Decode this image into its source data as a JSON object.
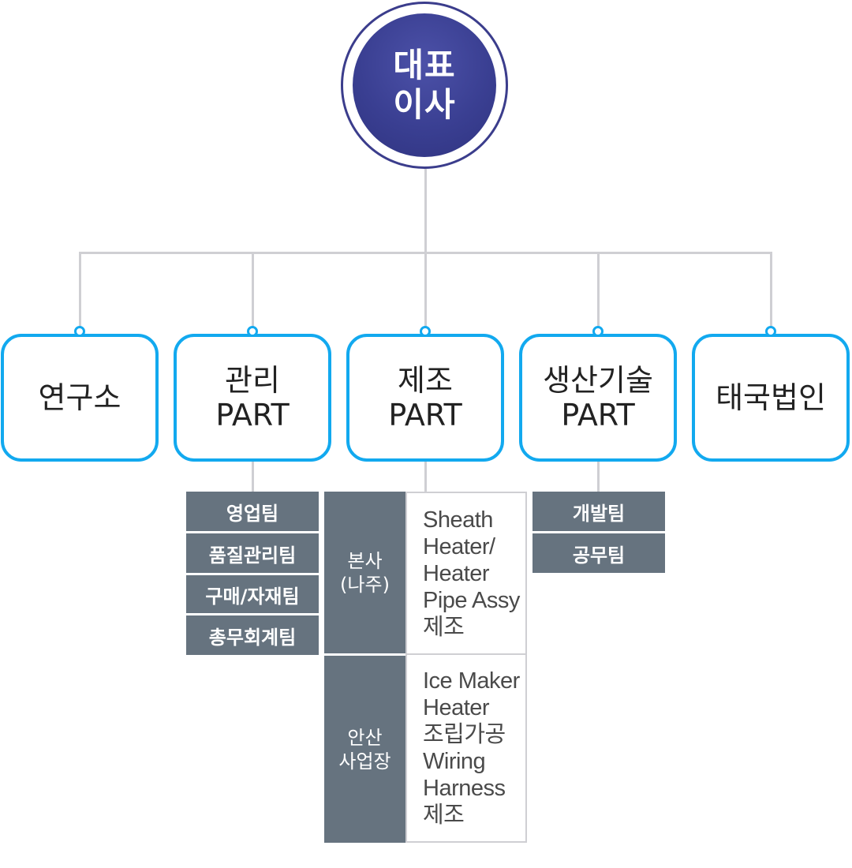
{
  "ceo": {
    "line1": "대표",
    "line2": "이사"
  },
  "departments": [
    {
      "line1": "연구소",
      "line2": ""
    },
    {
      "line1": "관리",
      "line2": "PART"
    },
    {
      "line1": "제조",
      "line2": "PART"
    },
    {
      "line1": "생산기술",
      "line2": "PART"
    },
    {
      "line1": "태국법인",
      "line2": ""
    }
  ],
  "management_teams": [
    "영업팀",
    "품질관리팀",
    "구매/자재팀",
    "총무회계팀"
  ],
  "manufacturing_sites": [
    {
      "name_line1": "본사",
      "name_line2": "(나주)",
      "desc": [
        "Sheath",
        "Heater/",
        "Heater",
        "Pipe Assy",
        "제조"
      ]
    },
    {
      "name_line1": "안산",
      "name_line2": "사업장",
      "desc": [
        "Ice Maker",
        "Heater",
        "조립가공",
        "Wiring",
        "Harness",
        "제조"
      ]
    }
  ],
  "production_tech_teams": [
    "개발팀",
    "공무팀"
  ],
  "colors": {
    "ceo": "#3b3d8c",
    "box_border": "#12a9ef",
    "team_bg": "#66737f",
    "line": "#cfcfd3"
  }
}
